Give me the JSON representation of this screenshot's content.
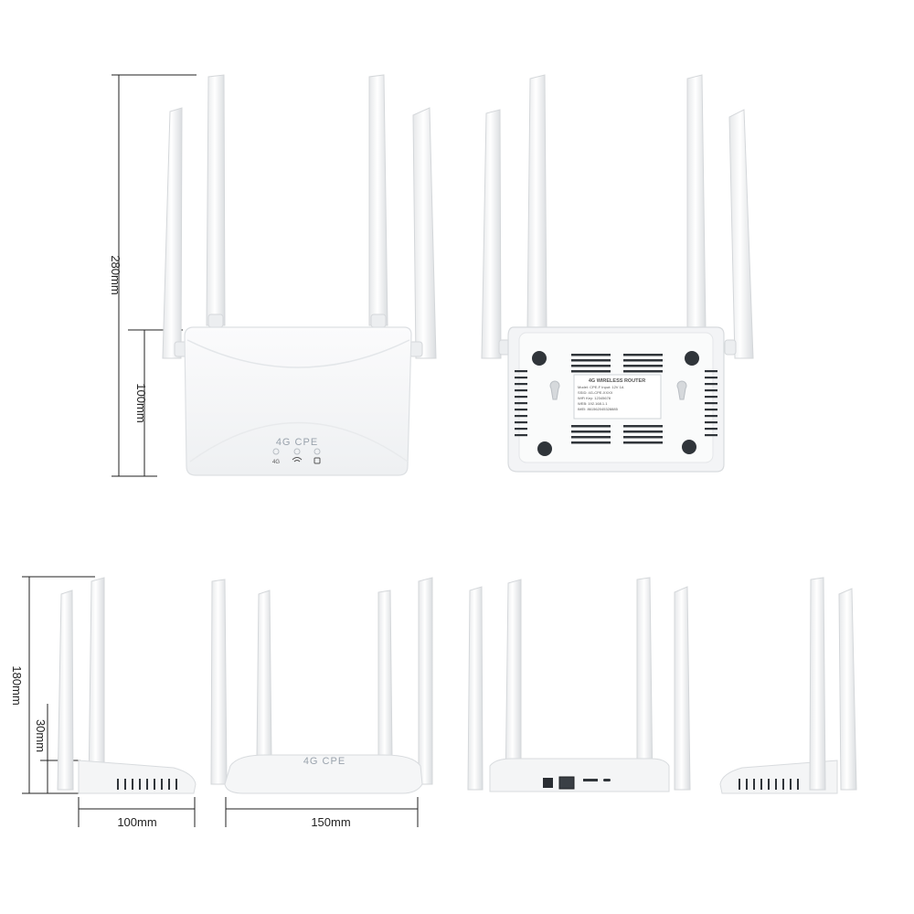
{
  "dimensions": {
    "front_height": "280mm",
    "body_height": "100mm",
    "side_height": "180mm",
    "side_body": "30mm",
    "side_width": "100mm",
    "front_width": "150mm"
  },
  "product": {
    "logo": "4G CPE",
    "indicators": [
      "4G",
      "WiFi",
      "LAN"
    ]
  },
  "label": {
    "title": "4G WIRELESS ROUTER",
    "lines": [
      "Model: CPE-F          Input: 12V 1A",
      "SSID: 4G-CPE-XXXX",
      "WiFi Key: 12345678",
      "WEB: 192.168.1.1",
      "IMEI: 861562045328885"
    ]
  },
  "colors": {
    "plastic": "#f6f7f8",
    "plastic_edge": "#dde0e3",
    "shadow": "#c9cdd1",
    "vent": "#30353a",
    "dim_line": "#222222"
  }
}
